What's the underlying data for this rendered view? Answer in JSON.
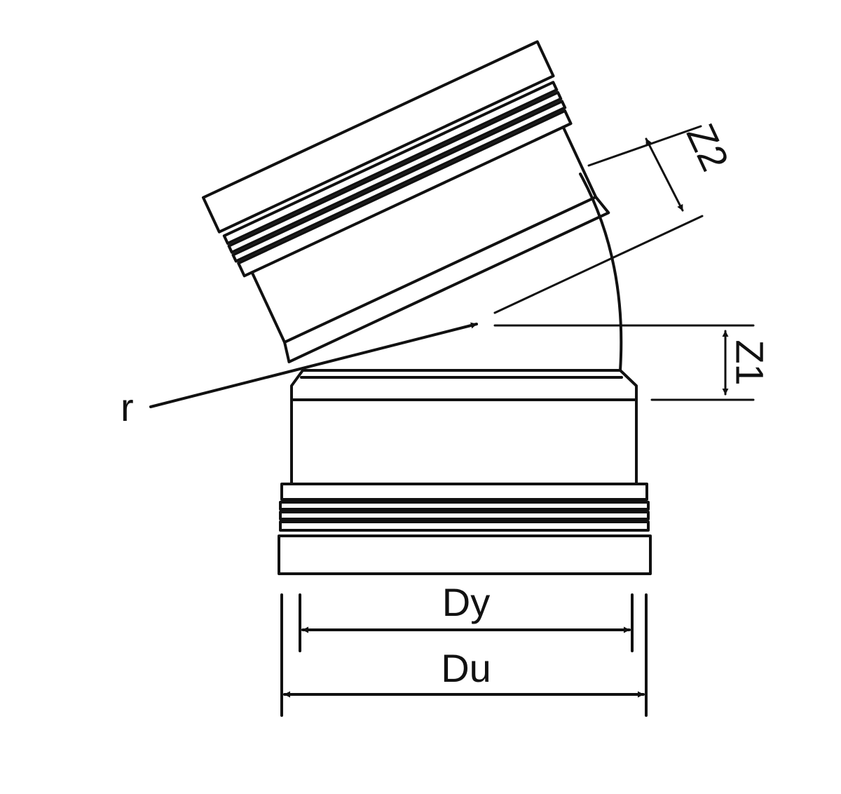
{
  "labels": {
    "radius": "r",
    "z1": "Z1",
    "z2": "Z2",
    "inner_diameter": "Dy",
    "outer_diameter": "Du"
  },
  "colors": {
    "line": "#111111",
    "background": "#ffffff"
  }
}
